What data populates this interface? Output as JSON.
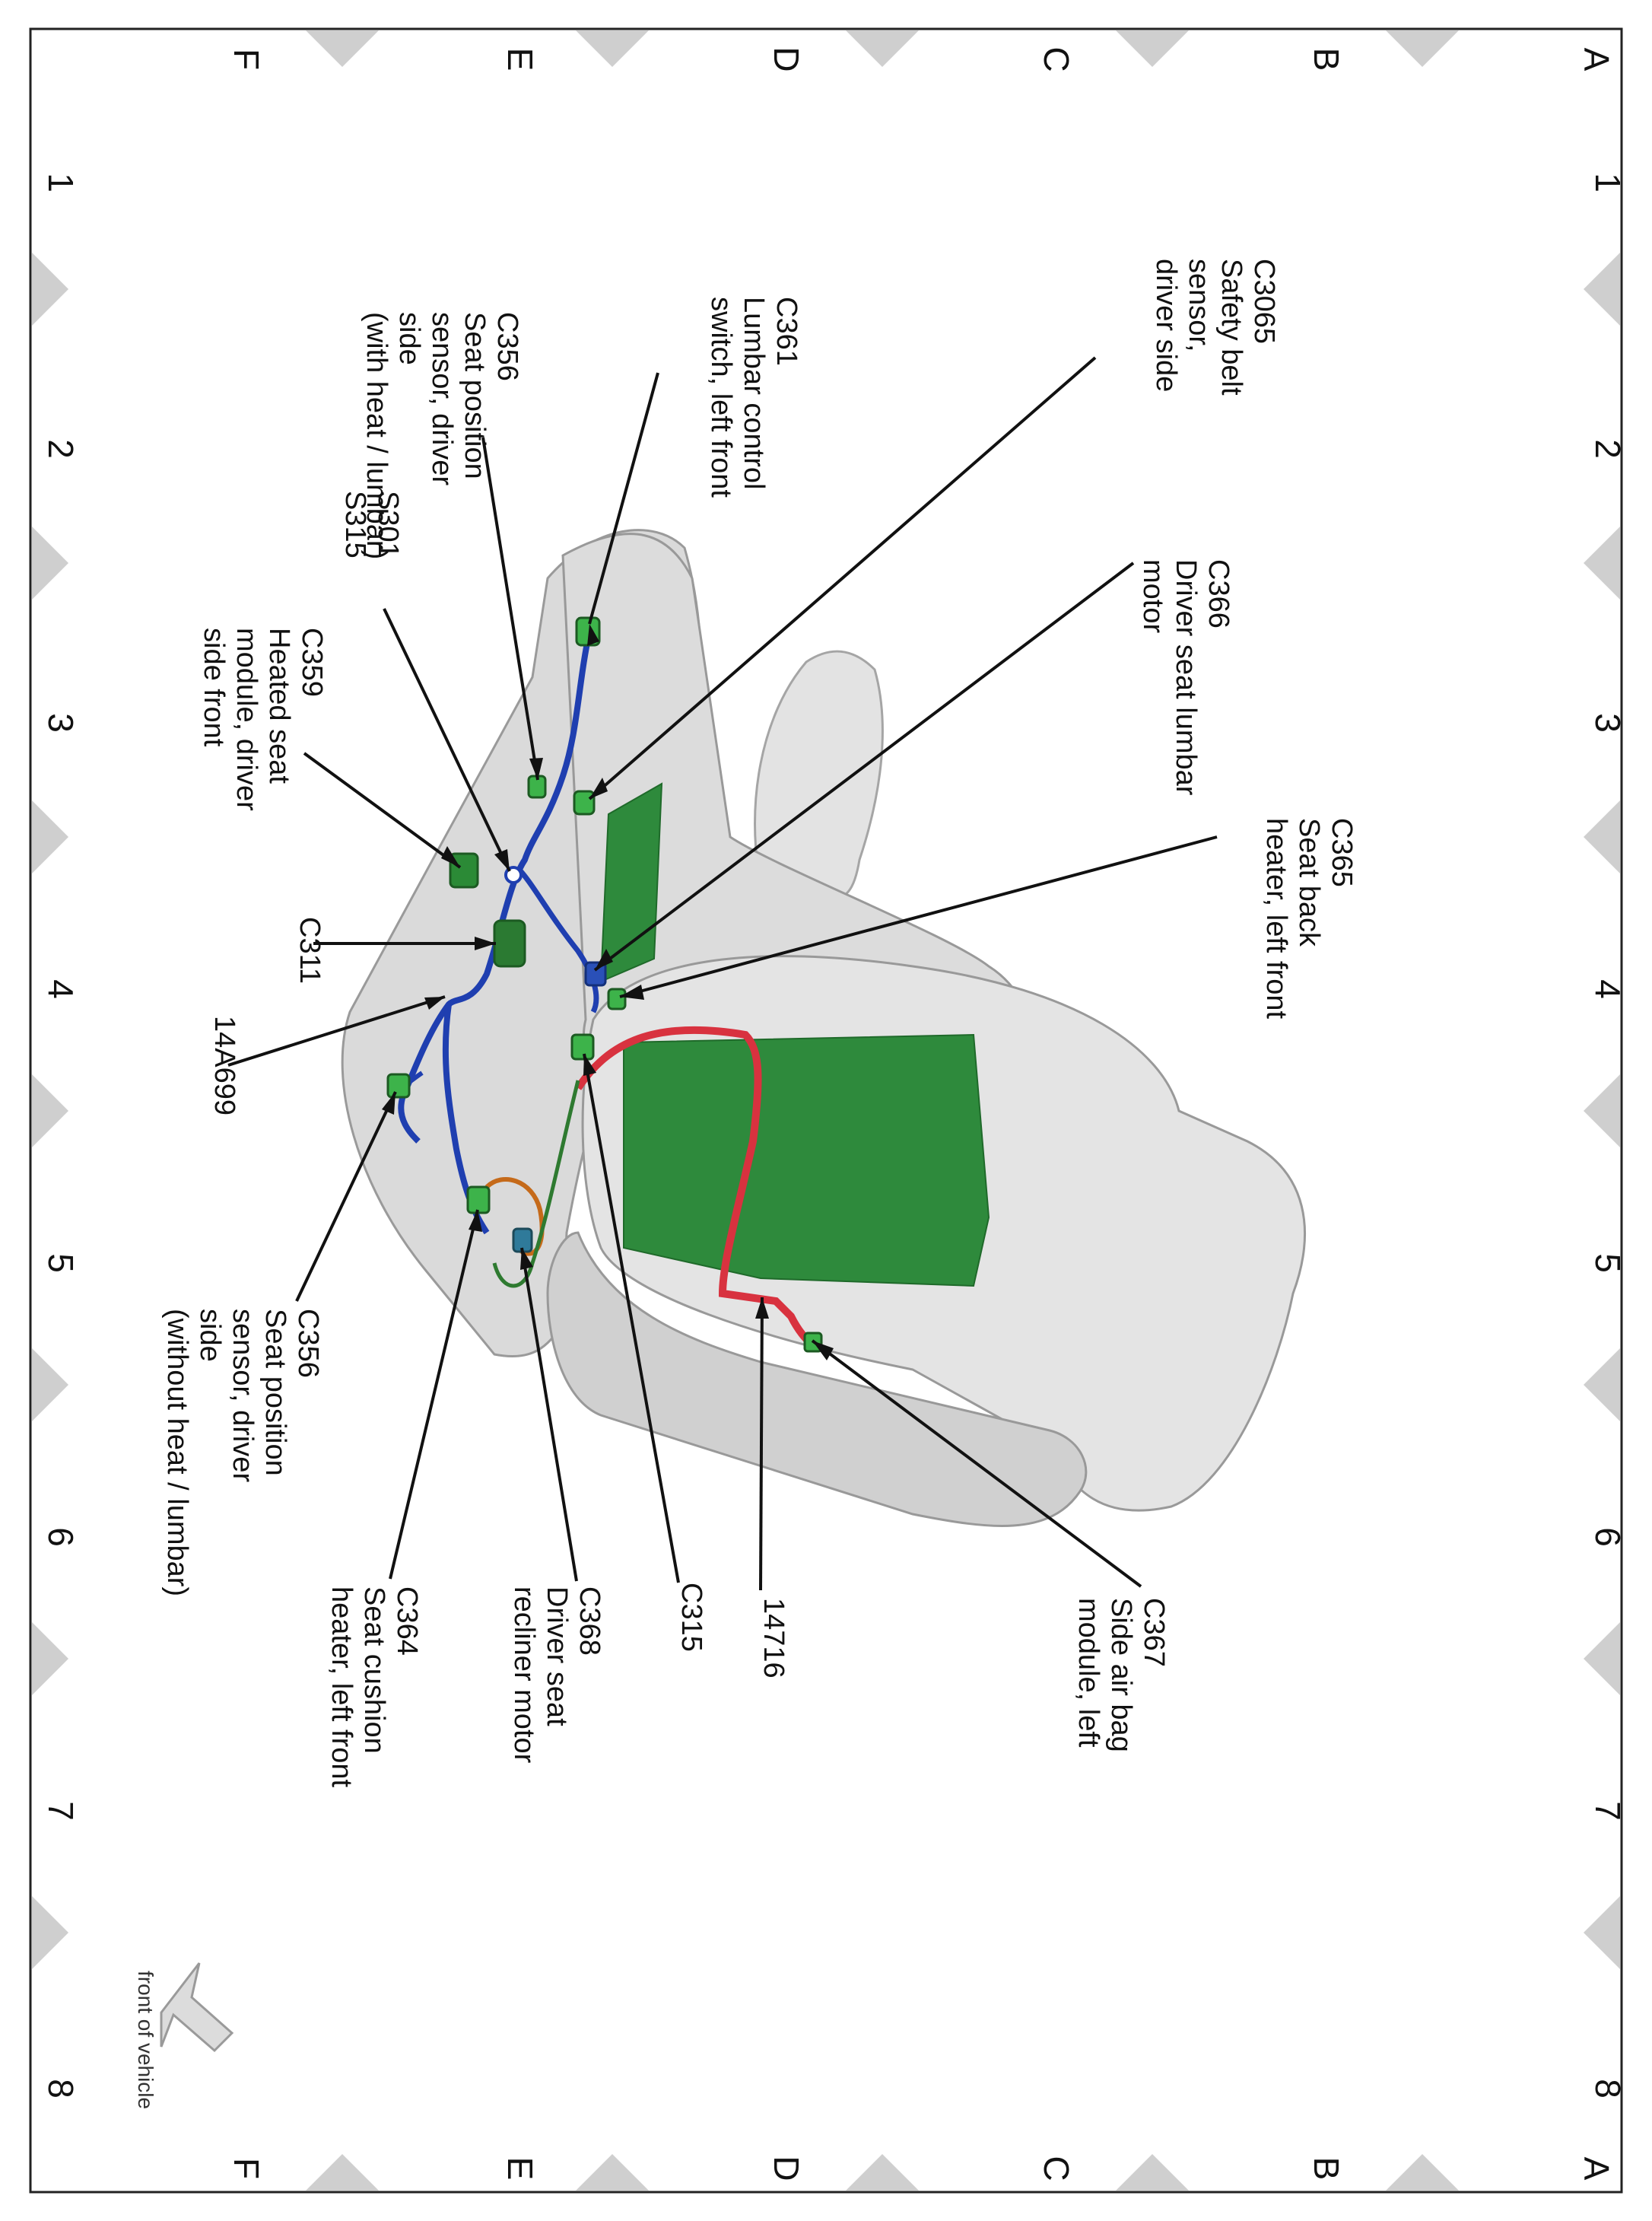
{
  "grid": {
    "rows": [
      "A",
      "B",
      "C",
      "D",
      "E",
      "F"
    ],
    "columns": [
      "1",
      "2",
      "3",
      "4",
      "5",
      "6",
      "7",
      "8"
    ]
  },
  "colors": {
    "blue_harness": "#1f3fb0",
    "red_harness": "#d8323f",
    "heater_mat": "#2e8a3c",
    "connector": "#3db34a",
    "seat": "#d9d9d9",
    "grid_triangle": "#cfcfcf"
  },
  "callouts": [
    {
      "id": "c3065",
      "lines": [
        "C3065",
        "Safety belt",
        "sensor,",
        "driver side"
      ]
    },
    {
      "id": "c361",
      "lines": [
        "C361",
        "Lumbar control",
        "switch, left front"
      ]
    },
    {
      "id": "c356a",
      "lines": [
        "C356",
        "Seat position",
        "sensor, driver",
        "side",
        "(with heat / lumbar)"
      ]
    },
    {
      "id": "c366",
      "lines": [
        "C366",
        "Driver seat lumbar",
        "motor"
      ]
    },
    {
      "id": "s301",
      "lines": [
        "S301",
        "S315"
      ]
    },
    {
      "id": "c359",
      "lines": [
        "C359",
        "Heated seat",
        "module, driver",
        "side front"
      ]
    },
    {
      "id": "c365",
      "lines": [
        "C365",
        "Seat back",
        "heater, left front"
      ]
    },
    {
      "id": "c311",
      "lines": [
        "C311"
      ]
    },
    {
      "id": "w14a699",
      "lines": [
        "14A699"
      ]
    },
    {
      "id": "c356b",
      "lines": [
        "C356",
        "Seat position",
        "sensor, driver",
        "side",
        "(without heat / lumbar)"
      ]
    },
    {
      "id": "c367",
      "lines": [
        "C367",
        "Side air bag",
        "module, left"
      ]
    },
    {
      "id": "w14716",
      "lines": [
        "14716"
      ]
    },
    {
      "id": "c315",
      "lines": [
        "C315"
      ]
    },
    {
      "id": "c368",
      "lines": [
        "C368",
        "Driver seat",
        "recliner motor"
      ]
    },
    {
      "id": "c364",
      "lines": [
        "C364",
        "Seat cushion",
        "heater, left front"
      ]
    }
  ],
  "front_of_vehicle": "front of vehicle"
}
